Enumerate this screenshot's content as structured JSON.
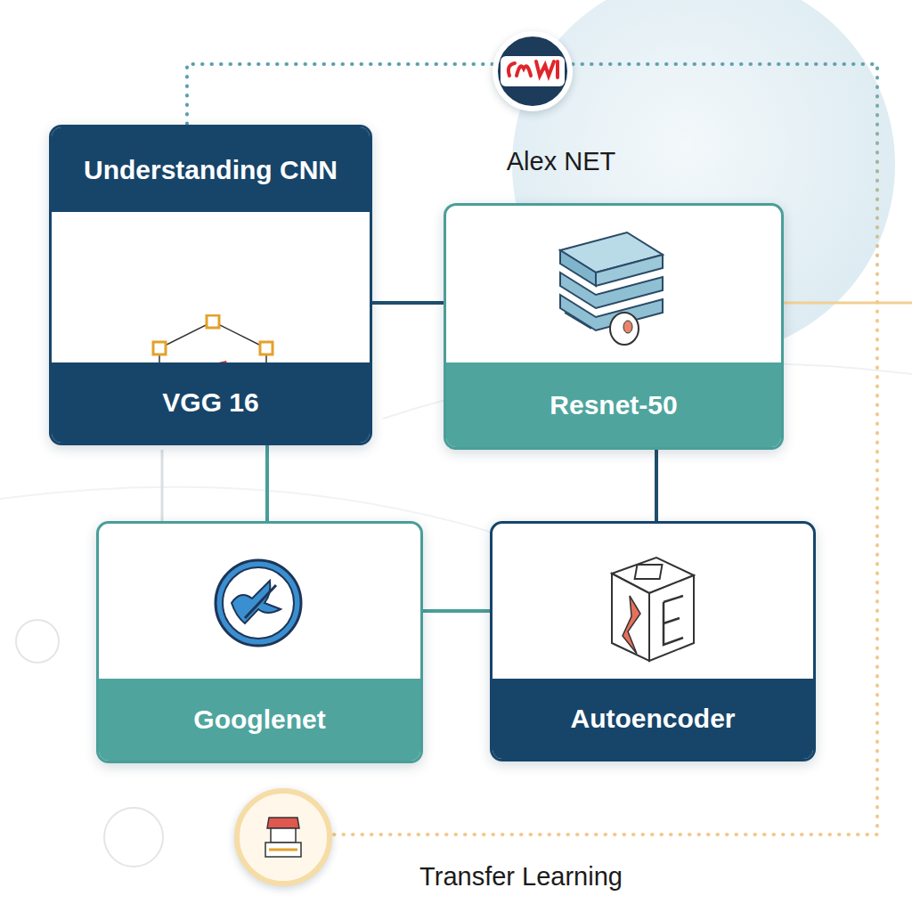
{
  "diagram": {
    "nodes": [
      {
        "text": [
          "Understanding CNN",
          "VGG 16"
        ]
      },
      {
        "text": [
          "Alex NET"
        ]
      },
      {
        "text": [
          "Resnet-50"
        ]
      },
      {
        "text": [
          "Googlenet"
        ]
      },
      {
        "text": [
          "Autoencoder"
        ]
      },
      {
        "text": [
          "Transfer Learning"
        ]
      }
    ],
    "edges": [
      {
        "from": 0,
        "to": 2,
        "arrow": "none"
      },
      {
        "from": 0,
        "to": 3,
        "arrow": "none"
      },
      {
        "from": 2,
        "to": 4,
        "arrow": "none"
      },
      {
        "from": 3,
        "to": 4,
        "arrow": "none"
      },
      {
        "from": 1,
        "to": 0,
        "arrow": "none"
      },
      {
        "from": 1,
        "to": 5,
        "arrow": "none"
      }
    ]
  }
}
